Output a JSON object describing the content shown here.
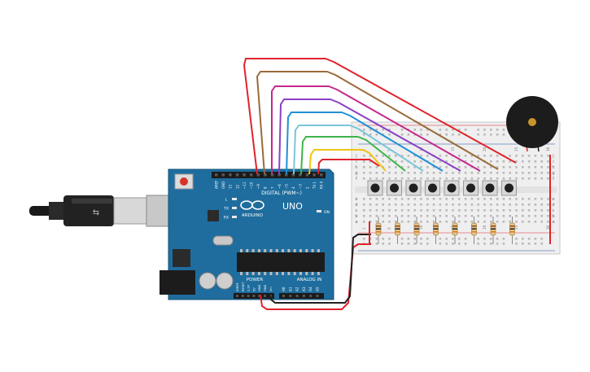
{
  "arduino": {
    "brand": "ARDUINO",
    "model": "UNO",
    "digital_label": "DIGITAL (PWM~)",
    "power_label": "POWER",
    "analog_label": "ANALOG IN",
    "header_labels": [
      "AREF",
      "GND",
      "13",
      "12",
      "~11",
      "~10",
      "~9",
      "8",
      "7",
      "~6",
      "~5",
      "4",
      "~3",
      "2",
      "TX 1",
      "RX 0"
    ],
    "power_pins": [
      "IOREF",
      "RESET",
      "3.3V",
      "5V",
      "GND",
      "GND",
      "Vin"
    ],
    "analog_pins": [
      "A0",
      "A1",
      "A2",
      "A3",
      "A4",
      "A5"
    ],
    "led_labels": [
      "L",
      "TX",
      "RX"
    ],
    "on_label": "ON"
  },
  "breadboard": {
    "row_letters_top": [
      "j",
      "i",
      "h",
      "g",
      "f"
    ],
    "row_letters_bottom": [
      "e",
      "d",
      "c",
      "b",
      "a"
    ],
    "column_numbers": [
      "1",
      "5",
      "10",
      "15",
      "20",
      "25",
      "30"
    ]
  },
  "wire_colors": {
    "red": "#e0232b",
    "brown": "#9a6a3a",
    "magenta": "#c4278d",
    "purple": "#8b3fc4",
    "blue": "#1f8fd6",
    "lightblue": "#7ac6d8",
    "green": "#3cb54a",
    "yellow": "#f2c40f",
    "black": "#202020"
  },
  "components": {
    "pushbutton_count": 8,
    "resistor_count": 8,
    "buzzer": "buzzer"
  }
}
